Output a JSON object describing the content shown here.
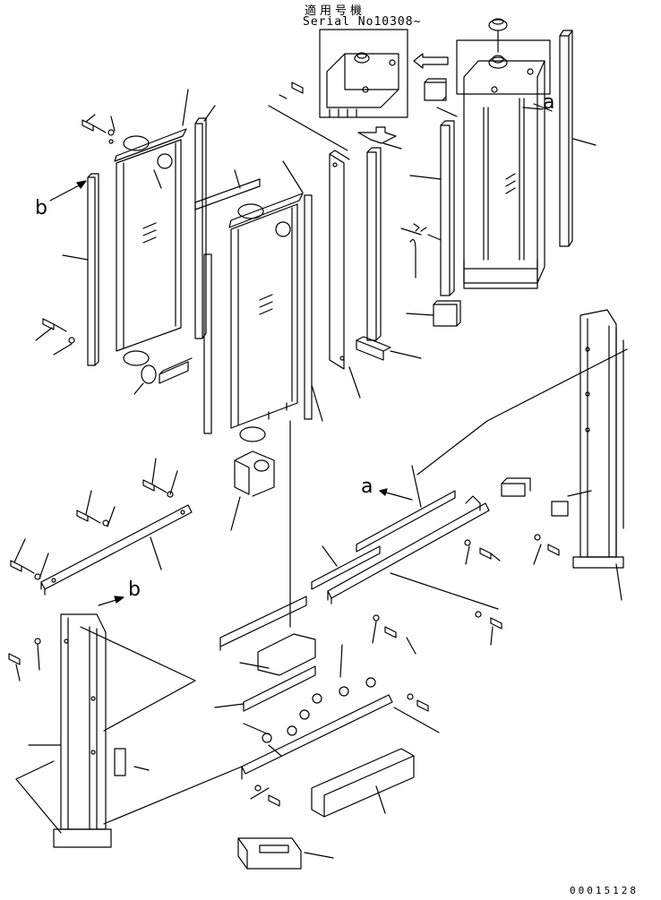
{
  "serial_note": {
    "applicable_label": "適用号機",
    "serial_text": "Serial No10308~"
  },
  "callouts": {
    "a_top": "a",
    "a_mid": "a",
    "b_left": "b",
    "b_mid": "b"
  },
  "document_number": "00015128"
}
